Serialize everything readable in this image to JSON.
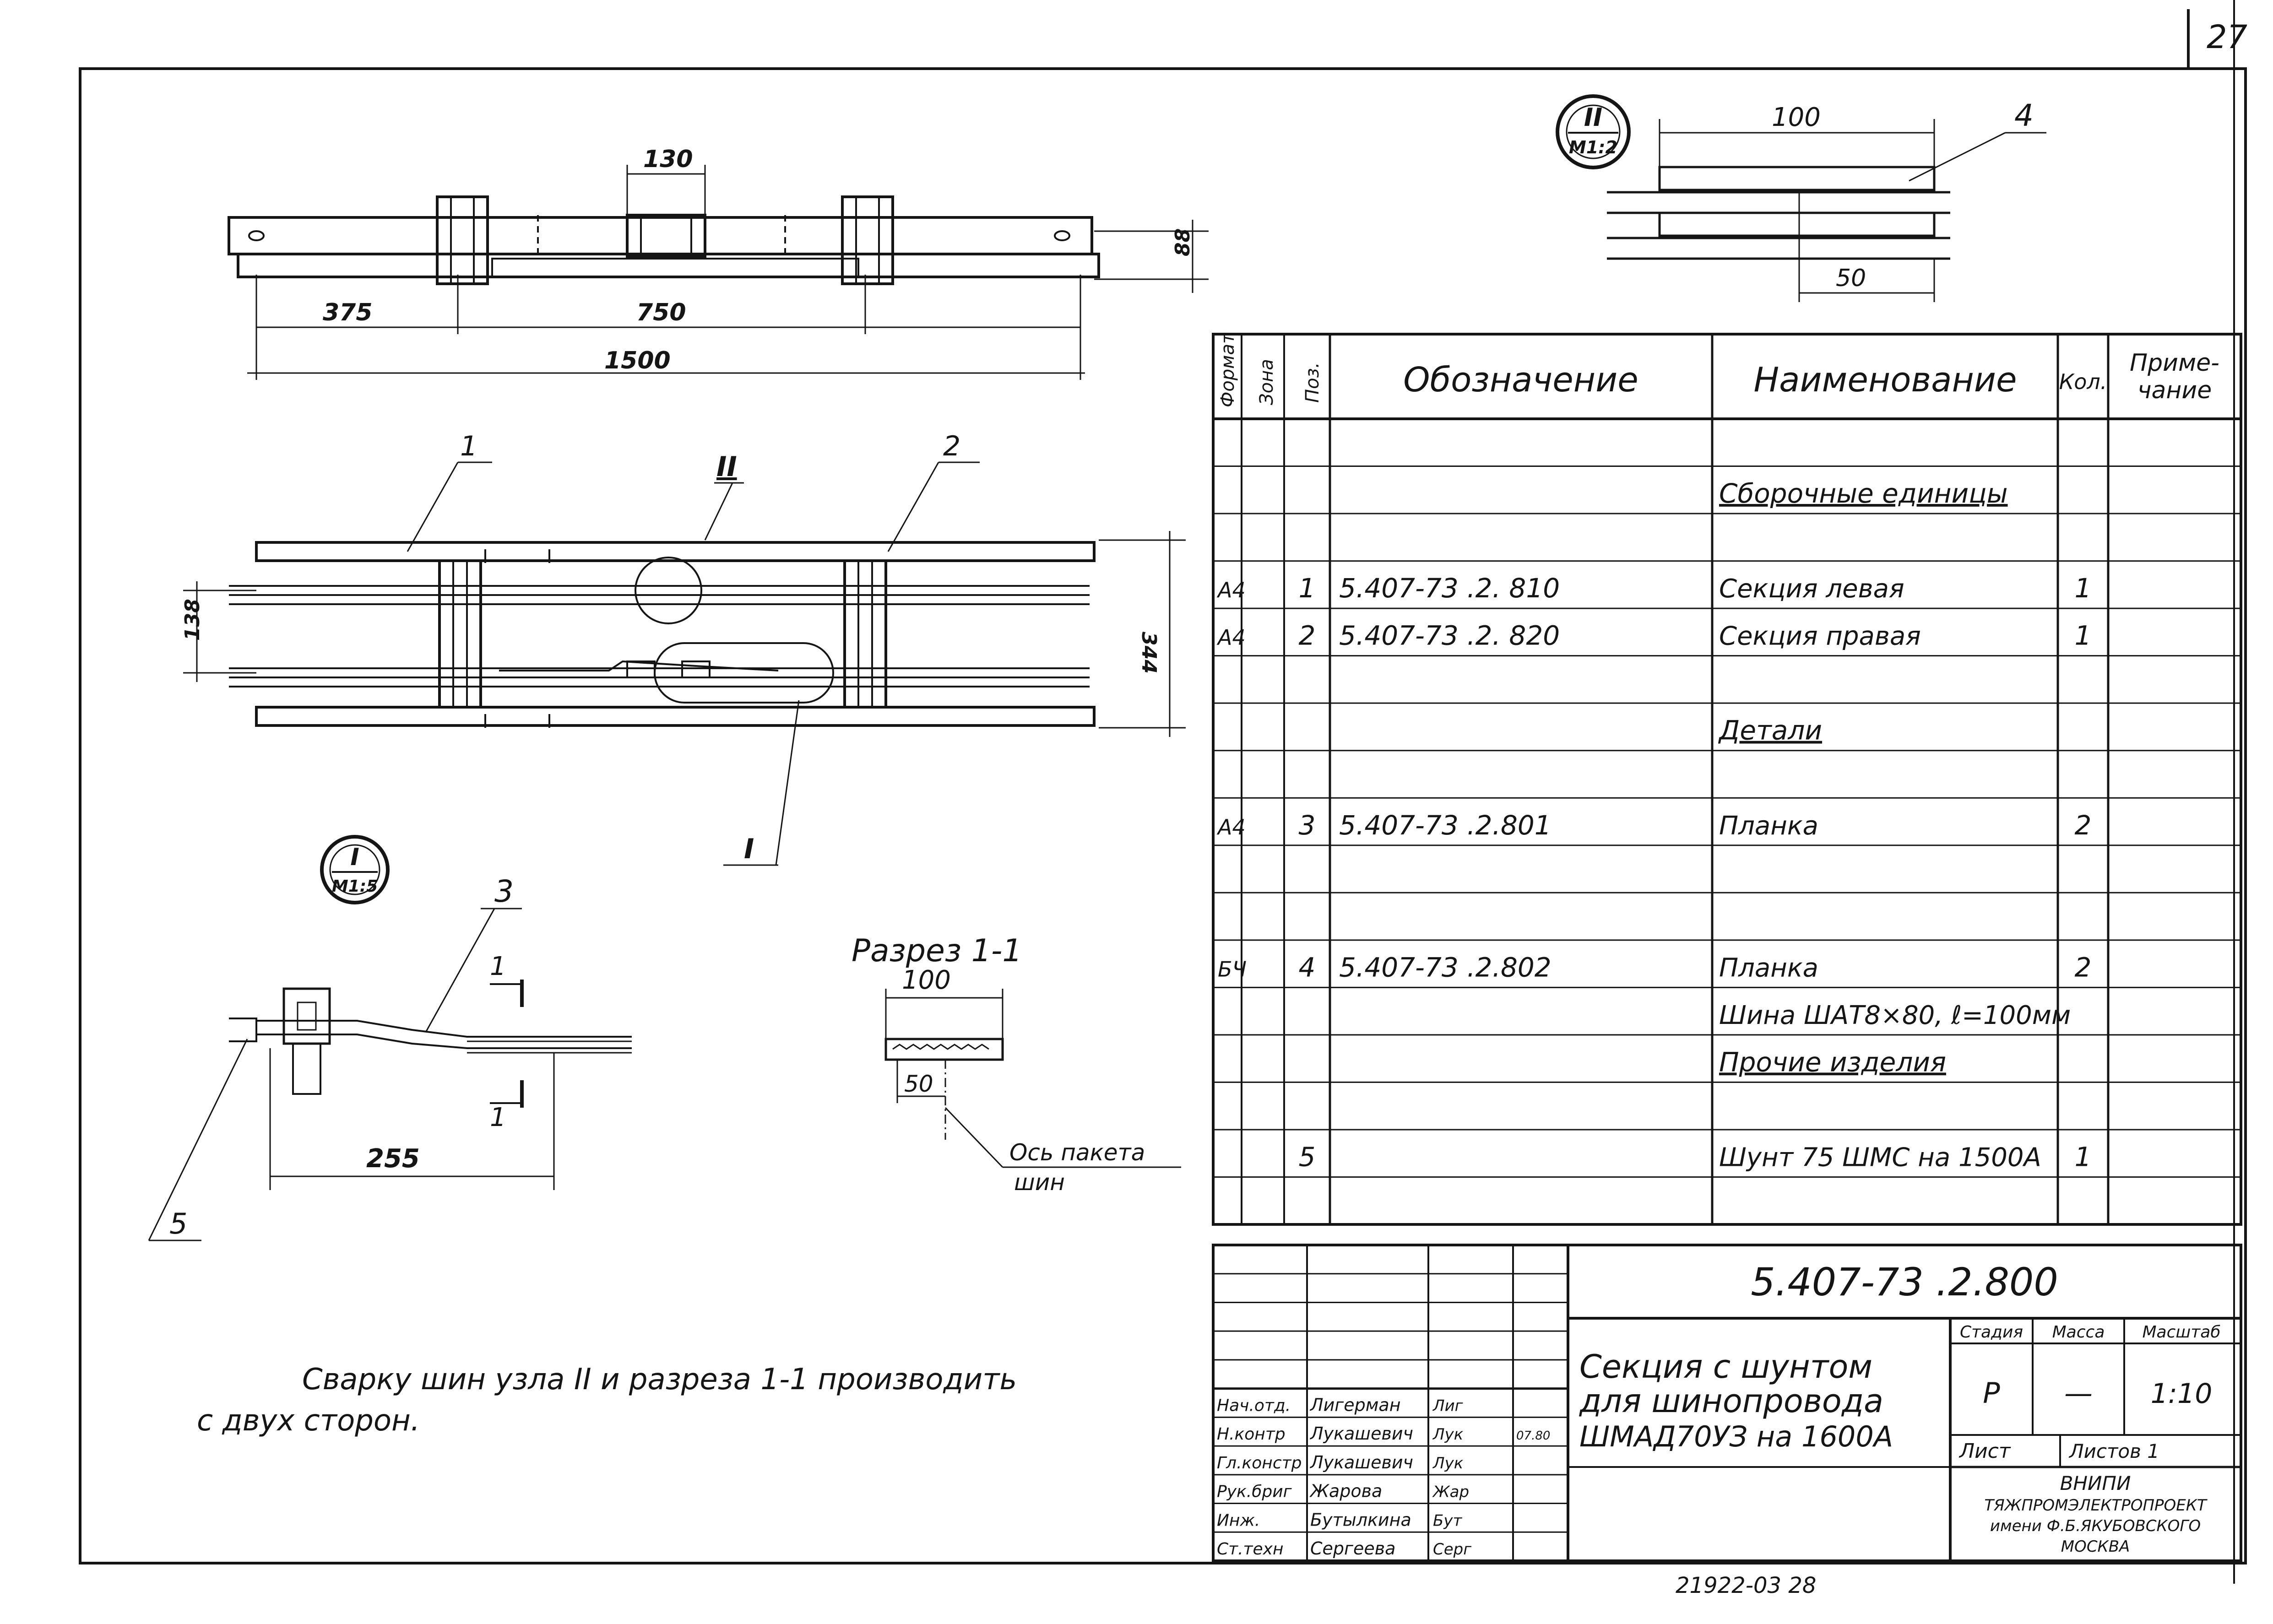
{
  "sheet_number": "27",
  "footer_code": "21922-03 28",
  "drawings": {
    "top_view": {
      "dim_130": "130",
      "dim_375": "375",
      "dim_750": "750",
      "dim_1500": "1500",
      "dim_88": "88"
    },
    "plan_view": {
      "pos_1": "1",
      "pos_2": "2",
      "node_II": "II",
      "node_I": "I",
      "dim_138": "138",
      "dim_344": "344"
    },
    "node_II_detail": {
      "badge_top": "II",
      "badge_bottom": "M1:2",
      "dim_100": "100",
      "dim_50": "50",
      "pos_4": "4"
    },
    "node_I_detail": {
      "badge_top": "I",
      "badge_bottom": "M1:5",
      "pos_3": "3",
      "pos_5": "5",
      "dim_255": "255",
      "section_mark_a": "1",
      "section_mark_b": "1"
    },
    "section_1_1": {
      "title": "Разрез 1-1",
      "dim_100": "100",
      "dim_50": "50",
      "axis_label_1": "Ось пакета",
      "axis_label_2": "шин"
    }
  },
  "note": {
    "line1": "Сварку шин узла II и разреза 1-1 производить",
    "line2": "с двух сторон."
  },
  "spec_table": {
    "headers": {
      "format": "Формат",
      "zone": "Зона",
      "pos": "Поз.",
      "designation": "Обозначение",
      "name": "Наименование",
      "qty": "Кол.",
      "note_1": "Приме-",
      "note_2": "чание"
    },
    "rows": [
      {
        "format": "",
        "pos": "",
        "designation": "",
        "name": "",
        "qty": ""
      },
      {
        "format": "",
        "pos": "",
        "designation": "",
        "name": "Сборочные единицы",
        "qty": "",
        "heading": true
      },
      {
        "format": "",
        "pos": "",
        "designation": "",
        "name": "",
        "qty": ""
      },
      {
        "format": "А4",
        "pos": "1",
        "designation": "5.407-73 .2. 810",
        "name": "Секция левая",
        "qty": "1"
      },
      {
        "format": "А4",
        "pos": "2",
        "designation": "5.407-73 .2. 820",
        "name": "Секция правая",
        "qty": "1"
      },
      {
        "format": "",
        "pos": "",
        "designation": "",
        "name": "",
        "qty": ""
      },
      {
        "format": "",
        "pos": "",
        "designation": "",
        "name": "Детали",
        "qty": "",
        "heading": true
      },
      {
        "format": "",
        "pos": "",
        "designation": "",
        "name": "",
        "qty": ""
      },
      {
        "format": "А4",
        "pos": "3",
        "designation": "5.407-73 .2.801",
        "name": "Планка",
        "qty": "2"
      },
      {
        "format": "",
        "pos": "",
        "designation": "",
        "name": "",
        "qty": ""
      },
      {
        "format": "",
        "pos": "",
        "designation": "",
        "name": "",
        "qty": ""
      },
      {
        "format": "БЧ",
        "pos": "4",
        "designation": "5.407-73 .2.802",
        "name": "Планка",
        "qty": "2"
      },
      {
        "format": "",
        "pos": "",
        "designation": "",
        "name": "Шина ШАТ8×80, ℓ=100мм",
        "qty": ""
      },
      {
        "format": "",
        "pos": "",
        "designation": "",
        "name": "Прочие изделия",
        "qty": "",
        "heading": true
      },
      {
        "format": "",
        "pos": "",
        "designation": "",
        "name": "",
        "qty": ""
      },
      {
        "format": "",
        "pos": "5",
        "designation": "",
        "name": "Шунт 75 ШМС на 1500А",
        "qty": "1"
      },
      {
        "format": "",
        "pos": "",
        "designation": "",
        "name": "",
        "qty": ""
      }
    ]
  },
  "title_block": {
    "code": "5.407-73 .2.800",
    "title_line1": "Секция с шунтом",
    "title_line2": "для шинопровода",
    "title_line3": "ШМАД70УЗ на 1600А",
    "col_stage": "Стадия",
    "col_mass": "Масса",
    "col_scale": "Масштаб",
    "stage": "Р",
    "mass": "—",
    "scale": "1:10",
    "sheet": "Лист",
    "sheets": "Листов 1",
    "org_line1": "ВНИПИ",
    "org_line2": "ТЯЖПРОМЭЛЕКТРОПРОЕКТ",
    "org_line3": "имени Ф.Б.ЯКУБОВСКОГО",
    "org_line4": "МОСКВА",
    "people": [
      {
        "role": "Нач.отд.",
        "name": "Лигерман",
        "sign": "Лиг",
        "date": ""
      },
      {
        "role": "Н.контр",
        "name": "Лукашевич",
        "sign": "Лук",
        "date": "07.80"
      },
      {
        "role": "Гл.констр",
        "name": "Лукашевич",
        "sign": "Лук",
        "date": ""
      },
      {
        "role": "Рук.бриг",
        "name": "Жарова",
        "sign": "Жар",
        "date": ""
      },
      {
        "role": "Инж.",
        "name": "Бутылкина",
        "sign": "Бут",
        "date": ""
      },
      {
        "role": "Ст.техн",
        "name": "Сергеева",
        "sign": "Серг",
        "date": ""
      }
    ]
  }
}
